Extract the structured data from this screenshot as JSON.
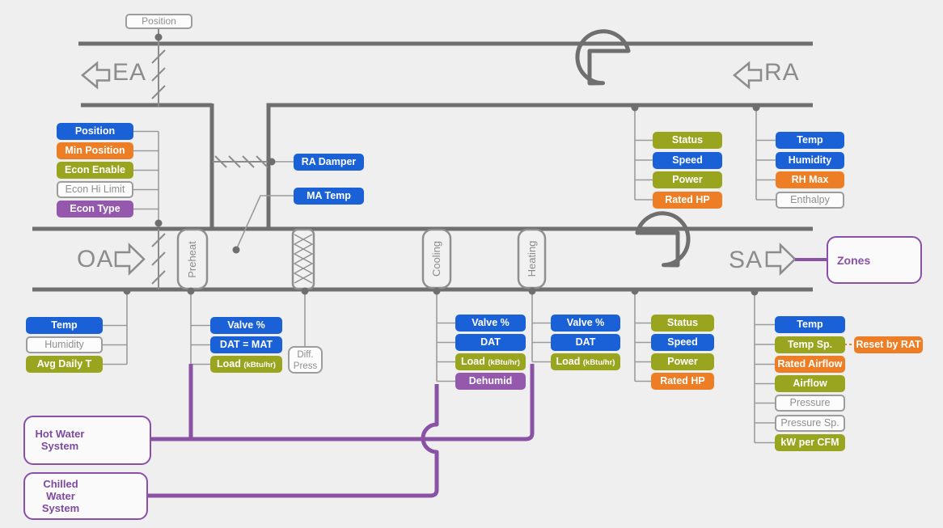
{
  "palette": {
    "blue": "#1a60d6",
    "orange": "#ee7e25",
    "olive": "#99a51f",
    "purple_chip": "#9458ad",
    "pipe_purple": "#8a52a5",
    "duct_gray": "#6f6f6f",
    "text_gray": "#8c8c8c"
  },
  "air": {
    "ea": "EA",
    "ra": "RA",
    "oa": "OA",
    "sa": "SA"
  },
  "pos_top": {
    "label": "Position"
  },
  "g": {
    "mad": {
      "points": [
        {
          "label": "Position"
        },
        {
          "label": "Min Position"
        },
        {
          "label": "Econ Enable"
        },
        {
          "label": "Econ Hi Limit"
        },
        {
          "label": "Econ Type"
        }
      ]
    },
    "mix": {
      "points": [
        {
          "label": "RA Damper"
        },
        {
          "label": "MA Temp"
        }
      ]
    },
    "rfan": {
      "points": [
        {
          "label": "Status"
        },
        {
          "label": "Speed"
        },
        {
          "label": "Power"
        },
        {
          "label": "Rated HP"
        }
      ]
    },
    "ra": {
      "points": [
        {
          "label": "Temp"
        },
        {
          "label": "Humidity"
        },
        {
          "label": "RH Max"
        },
        {
          "label": "Enthalpy"
        }
      ]
    },
    "oa": {
      "points": [
        {
          "label": "Temp"
        },
        {
          "label": "Humidity"
        },
        {
          "label": "Avg Daily T"
        }
      ]
    },
    "ph": {
      "points": [
        {
          "label": "Valve %"
        },
        {
          "label": "DAT = MAT"
        },
        {
          "label": "Load",
          "unit": "(kBtu/hr)"
        }
      ]
    },
    "flt": {
      "points": [
        {
          "label": "Diff.",
          "label2": "Press"
        }
      ]
    },
    "cc": {
      "points": [
        {
          "label": "Valve %"
        },
        {
          "label": "DAT"
        },
        {
          "label": "Load",
          "unit": "(kBtu/hr)"
        },
        {
          "label": "Dehumid"
        }
      ]
    },
    "hc": {
      "points": [
        {
          "label": "Valve %"
        },
        {
          "label": "DAT"
        },
        {
          "label": "Load",
          "unit": "(kBtu/hr)"
        }
      ]
    },
    "sfan": {
      "points": [
        {
          "label": "Status"
        },
        {
          "label": "Speed"
        },
        {
          "label": "Power"
        },
        {
          "label": "Rated HP"
        }
      ]
    },
    "sa": {
      "points": [
        {
          "label": "Temp"
        },
        {
          "label": "Temp Sp."
        },
        {
          "label": "Reset by RAT"
        },
        {
          "label": "Rated Airflow"
        },
        {
          "label": "Airflow"
        },
        {
          "label": "Pressure"
        },
        {
          "label": "Pressure Sp."
        },
        {
          "label": "kW per CFM"
        }
      ]
    }
  },
  "eq": {
    "preheat": "Preheat",
    "cooling": "Cooling",
    "heating": "Heating",
    "zones": "Zones",
    "hot_water": "Hot Water System",
    "chilled_water": "Chilled Water System"
  }
}
